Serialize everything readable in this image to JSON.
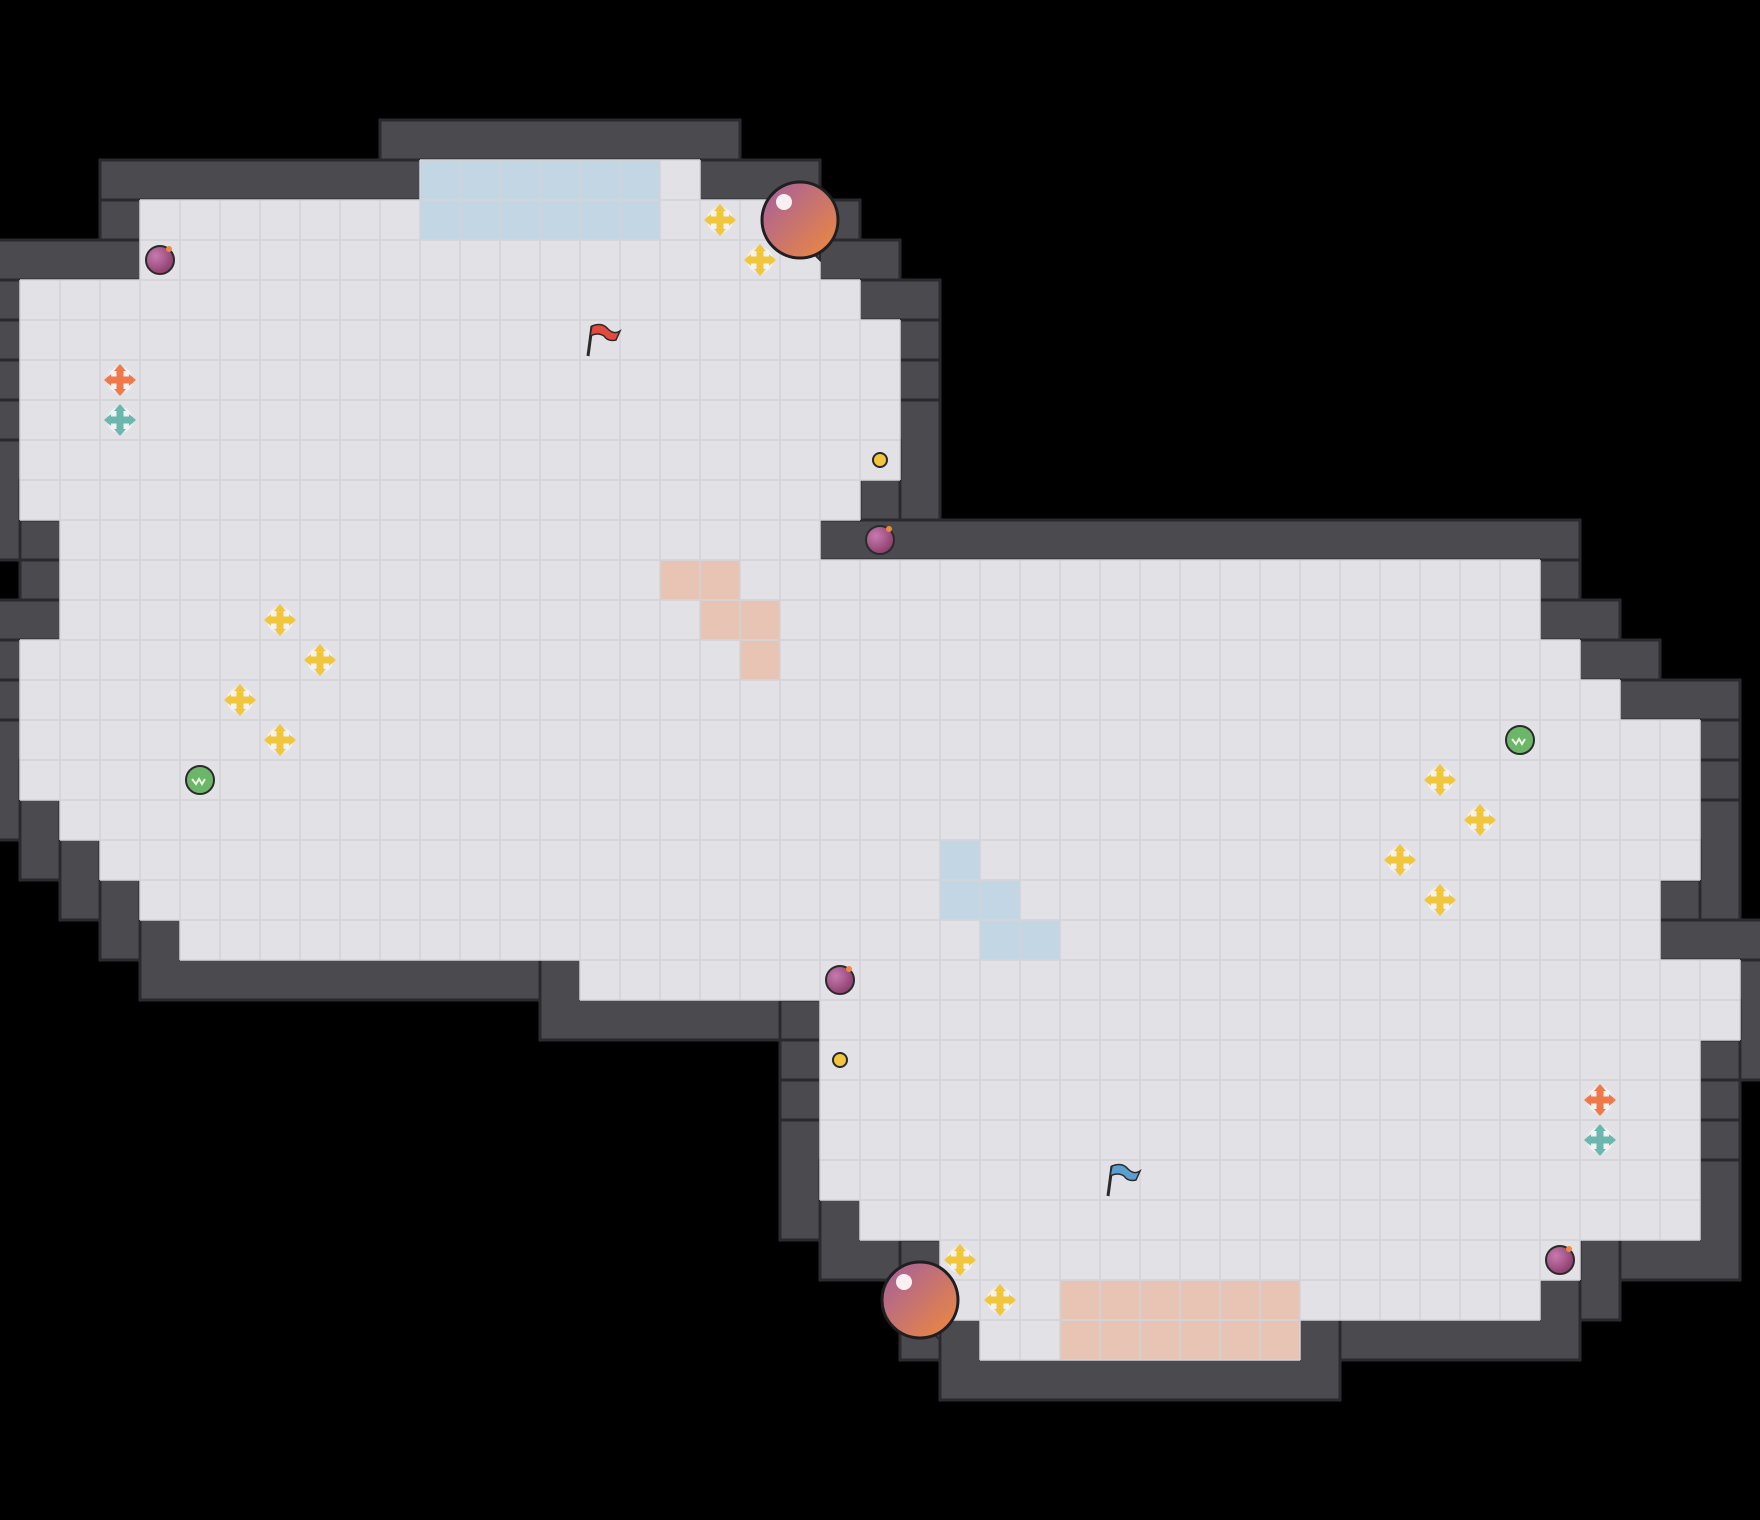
{
  "game": {
    "grid": {
      "cols": 44,
      "rows": 38,
      "cell": 40
    },
    "colors": {
      "background": "#000000",
      "floor": "#e2e2e6",
      "floor_line": "#d3d3d8",
      "wall": "#4a4a4f",
      "wall_edge": "#2b2b2f",
      "team_red_zone": "#e8c4b4",
      "team_blue_zone": "#c2d6e4",
      "boost_yellow": "#f0c63c",
      "powerup_red": "#ee7a4c",
      "powerup_teal": "#6bb6ad",
      "bomb": "#8a3c6a",
      "portal": "#6cb66a",
      "spike_top": "#a35ea0",
      "spike_bottom": "#f08a3a",
      "flag_red": "#e44a3c",
      "flag_blue": "#5a9fd0"
    },
    "floor_runs": [
      [
        4,
        11,
        17
      ],
      [
        5,
        4,
        19
      ],
      [
        6,
        4,
        20
      ],
      [
        7,
        1,
        21
      ],
      [
        8,
        1,
        22
      ],
      [
        9,
        1,
        22
      ],
      [
        10,
        1,
        22
      ],
      [
        11,
        1,
        22
      ],
      [
        12,
        1,
        21
      ],
      [
        13,
        2,
        20
      ],
      [
        14,
        2,
        38
      ],
      [
        15,
        2,
        38
      ],
      [
        16,
        1,
        39
      ],
      [
        17,
        1,
        40
      ],
      [
        18,
        1,
        42
      ],
      [
        19,
        1,
        42
      ],
      [
        20,
        2,
        42
      ],
      [
        21,
        3,
        42
      ],
      [
        22,
        4,
        41
      ],
      [
        23,
        5,
        41
      ],
      [
        24,
        15,
        43
      ],
      [
        25,
        21,
        43
      ],
      [
        26,
        21,
        42
      ],
      [
        27,
        21,
        42
      ],
      [
        28,
        21,
        42
      ],
      [
        29,
        21,
        42
      ],
      [
        30,
        22,
        42
      ],
      [
        31,
        24,
        39
      ],
      [
        32,
        24,
        38
      ],
      [
        33,
        25,
        32
      ]
    ],
    "red_zone_tiles": [
      [
        14,
        17
      ],
      [
        14,
        18
      ],
      [
        15,
        18
      ],
      [
        15,
        19
      ],
      [
        16,
        19
      ],
      [
        32,
        27
      ],
      [
        32,
        28
      ],
      [
        32,
        29
      ],
      [
        32,
        30
      ],
      [
        32,
        31
      ],
      [
        32,
        32
      ],
      [
        33,
        27
      ],
      [
        33,
        28
      ],
      [
        33,
        29
      ],
      [
        33,
        30
      ],
      [
        33,
        31
      ],
      [
        33,
        32
      ]
    ],
    "blue_zone_tiles": [
      [
        4,
        11
      ],
      [
        4,
        12
      ],
      [
        4,
        13
      ],
      [
        4,
        14
      ],
      [
        4,
        15
      ],
      [
        4,
        16
      ],
      [
        5,
        11
      ],
      [
        5,
        12
      ],
      [
        5,
        13
      ],
      [
        5,
        14
      ],
      [
        5,
        15
      ],
      [
        5,
        16
      ],
      [
        21,
        24
      ],
      [
        22,
        24
      ],
      [
        22,
        25
      ],
      [
        23,
        25
      ],
      [
        23,
        26
      ]
    ],
    "spikes": [
      [
        5.5,
        20.5
      ],
      [
        32.5,
        23.5
      ]
    ],
    "boosts": [
      [
        5.5,
        18.5
      ],
      [
        6.5,
        19.5
      ],
      [
        15.5,
        7.5
      ],
      [
        16.5,
        8.5
      ],
      [
        17.5,
        6.5
      ],
      [
        18.5,
        7.5
      ],
      [
        19.5,
        36.5
      ],
      [
        20.5,
        37.5
      ],
      [
        21.5,
        35.5
      ],
      [
        22.5,
        36.5
      ],
      [
        31.5,
        24.5
      ],
      [
        32.5,
        25.5
      ]
    ],
    "powerups": [
      {
        "row": 9.5,
        "col": 3.5,
        "color": "red"
      },
      {
        "row": 10.5,
        "col": 3.5,
        "color": "teal"
      },
      {
        "row": 27.5,
        "col": 40.5,
        "color": "red"
      },
      {
        "row": 28.5,
        "col": 40.5,
        "color": "teal"
      }
    ],
    "bombs": [
      [
        6.5,
        4.5
      ],
      [
        13.5,
        22.5
      ],
      [
        24.5,
        21.5
      ],
      [
        31.5,
        39.5
      ]
    ],
    "portals": [
      [
        19.5,
        5.5
      ],
      [
        18.5,
        38.5
      ]
    ],
    "small_dots": [
      [
        11.5,
        22.5
      ],
      [
        26.5,
        21.5
      ]
    ],
    "flags": [
      {
        "team": "red",
        "row": 8.5,
        "col": 15.5
      },
      {
        "team": "blue",
        "row": 29.5,
        "col": 28.5
      }
    ],
    "players": [
      {
        "row": 5.5,
        "col": 20.5
      },
      {
        "row": 32.5,
        "col": 23.5
      }
    ]
  }
}
